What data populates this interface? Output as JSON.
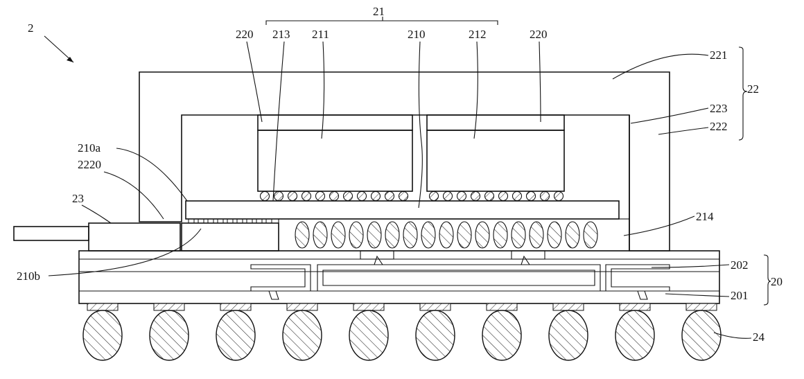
{
  "figure": {
    "title_number": "2",
    "labels": {
      "l21": "21",
      "l220a": "220",
      "l213": "213",
      "l211": "211",
      "l210": "210",
      "l212": "212",
      "l220b": "220",
      "l221": "221",
      "l22": "22",
      "l223": "223",
      "l222": "222",
      "l210a": "210a",
      "l2220": "2220",
      "l23": "23",
      "l214": "214",
      "l202": "202",
      "l20": "20",
      "l210b": "210b",
      "l201": "201",
      "l24": "24"
    }
  }
}
